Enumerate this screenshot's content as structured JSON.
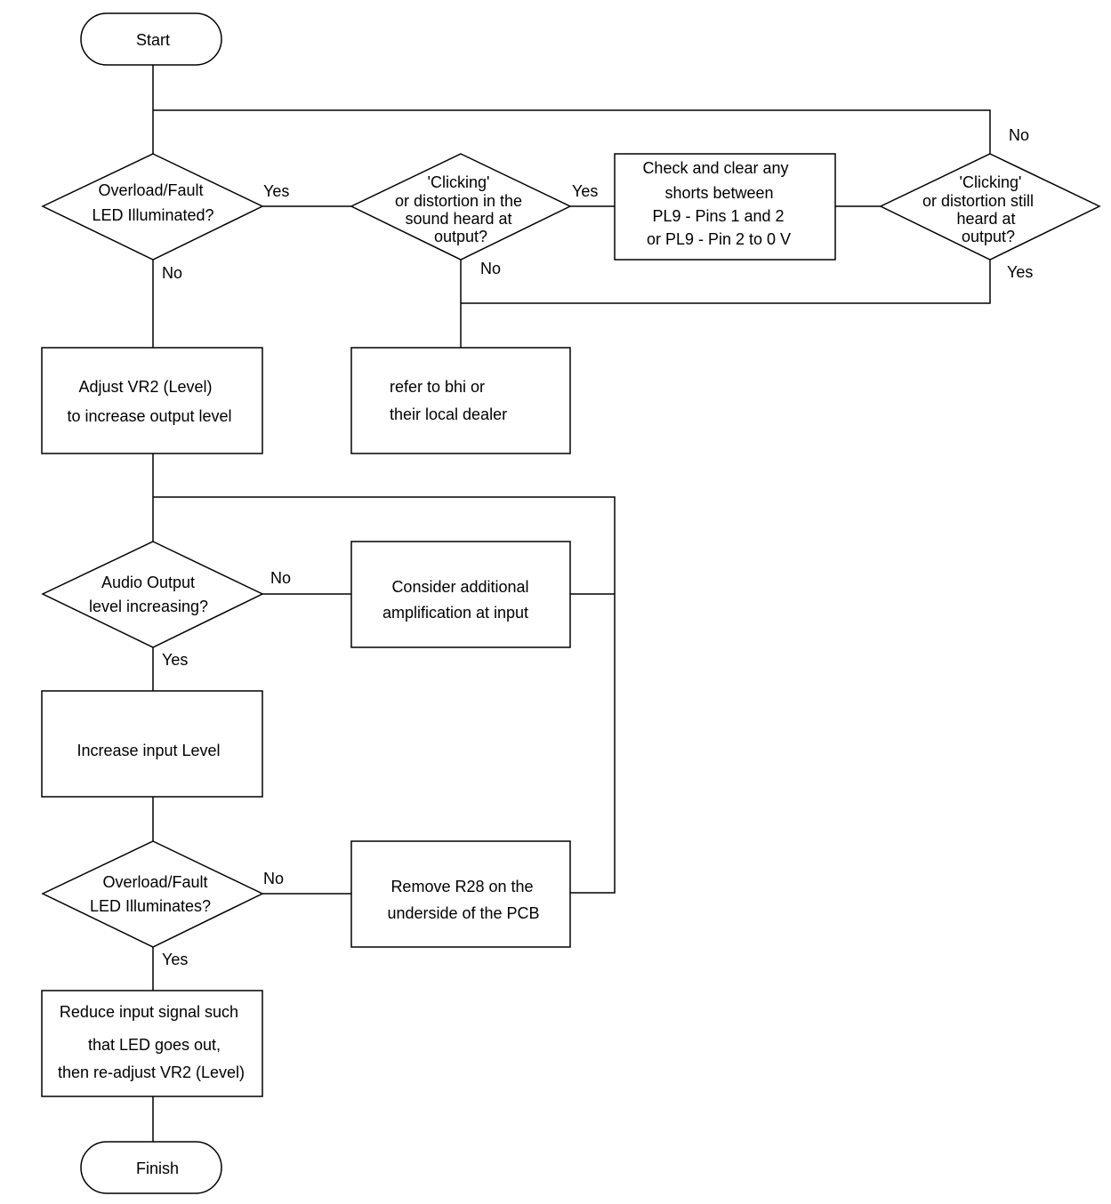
{
  "terminals": {
    "start": "Start",
    "finish": "Finish"
  },
  "decisions": {
    "overload_fault": [
      "Overload/Fault",
      "LED Illuminated?"
    ],
    "clicking_distortion": [
      "'Clicking'",
      "or distortion in the",
      "sound heard at",
      "output?"
    ],
    "clicking_still": [
      "'Clicking'",
      "or distortion still",
      "heard at",
      "output?"
    ],
    "audio_output": [
      "Audio Output",
      "level increasing?"
    ],
    "overload_illuminates": [
      "Overload/Fault",
      "LED Illuminates?"
    ]
  },
  "processes": {
    "check_shorts": [
      "Check and clear any",
      "shorts between",
      "PL9 - Pins 1 and 2",
      "or PL9 - Pin 2 to 0 V"
    ],
    "adjust_vr2": [
      "Adjust VR2 (Level)",
      "to increase output level"
    ],
    "refer_bhi": [
      "refer to bhi or",
      "their local dealer"
    ],
    "consider_amp": [
      "Consider additional",
      "amplification at input"
    ],
    "increase_input": [
      "Increase input Level"
    ],
    "remove_r28": [
      "Remove R28 on the",
      "underside of the PCB"
    ],
    "reduce_input": [
      "Reduce input signal such",
      "that LED goes out,",
      "then re-adjust VR2 (Level)"
    ]
  },
  "edge_labels": {
    "overload_yes": "Yes",
    "overload_no": "No",
    "clicking_yes": "Yes",
    "clicking_no": "No",
    "still_no": "No",
    "still_yes": "Yes",
    "audio_no": "No",
    "audio_yes": "Yes",
    "illuminates_no": "No",
    "illuminates_yes": "Yes"
  }
}
